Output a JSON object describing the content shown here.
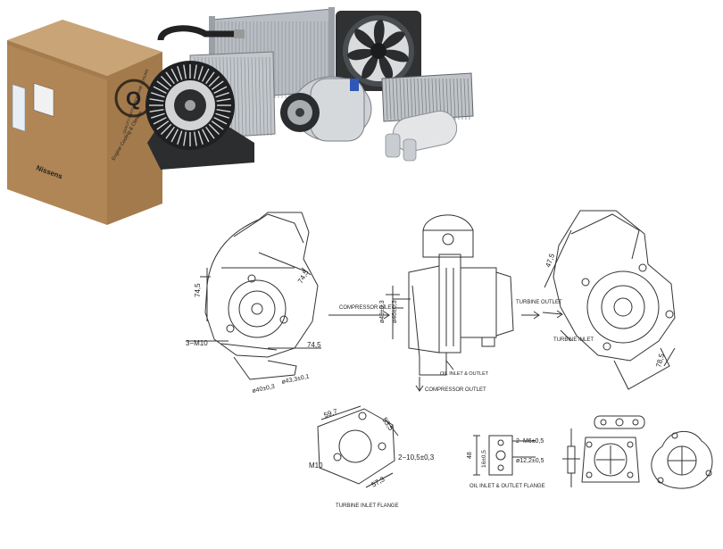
{
  "product_photo": {
    "box_brand": "Nissens",
    "box_tagline": "Engine Cooling & Climate",
    "box_badge": "Q",
    "box_slogan": "QUALITY PARTS FOR ENGINE COOLING"
  },
  "drawing": {
    "left_view": {
      "dim_a": "74,5",
      "dim_b": "74,5",
      "dim_c": "74,5",
      "thread": "3−M10",
      "bore_1": "ø40±0,3",
      "bore_2": "ø43,3±0,1"
    },
    "center_view": {
      "compressor_inlet": "COMPRESSOR INLET",
      "compressor_outlet": "COMPRESSOR OUTLET",
      "turbine_outlet": "TURBINE OUTLET",
      "oil_inlet_outlet": "OIL INLET & OUTLET",
      "dia_1": "ø49±0,3",
      "dia_2": "ø46±0,3"
    },
    "right_view": {
      "dim_a": "47,5",
      "dim_b": "78,5",
      "turbine_inlet": "TURBINE INLET"
    },
    "turbine_flange": {
      "dim_a": "59,7",
      "dim_b": "53,5",
      "dim_c": "57,3",
      "thread": "M10",
      "holes": "2−10,5±0,3",
      "caption": "TURBINE INLET FLANGE"
    },
    "oil_flange": {
      "dim_a": "48",
      "dim_b": "16±0,5",
      "thread": "2−M6±0,5",
      "bore": "ø12,2±0,5",
      "caption": "OIL INLET & OUTLET FLANGE"
    }
  }
}
